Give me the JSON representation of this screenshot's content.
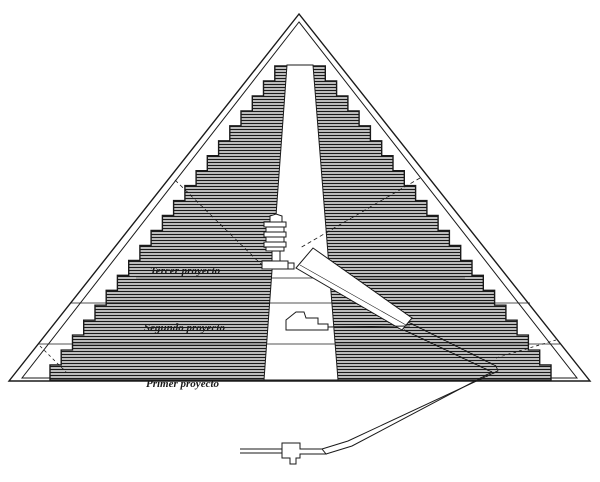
{
  "labels": {
    "third": "Tercer proyecto",
    "second": "Segundo proyecto",
    "first": "Primer proyecto"
  },
  "colors": {
    "ink": "#1a1a1a",
    "paper": "#ffffff"
  }
}
